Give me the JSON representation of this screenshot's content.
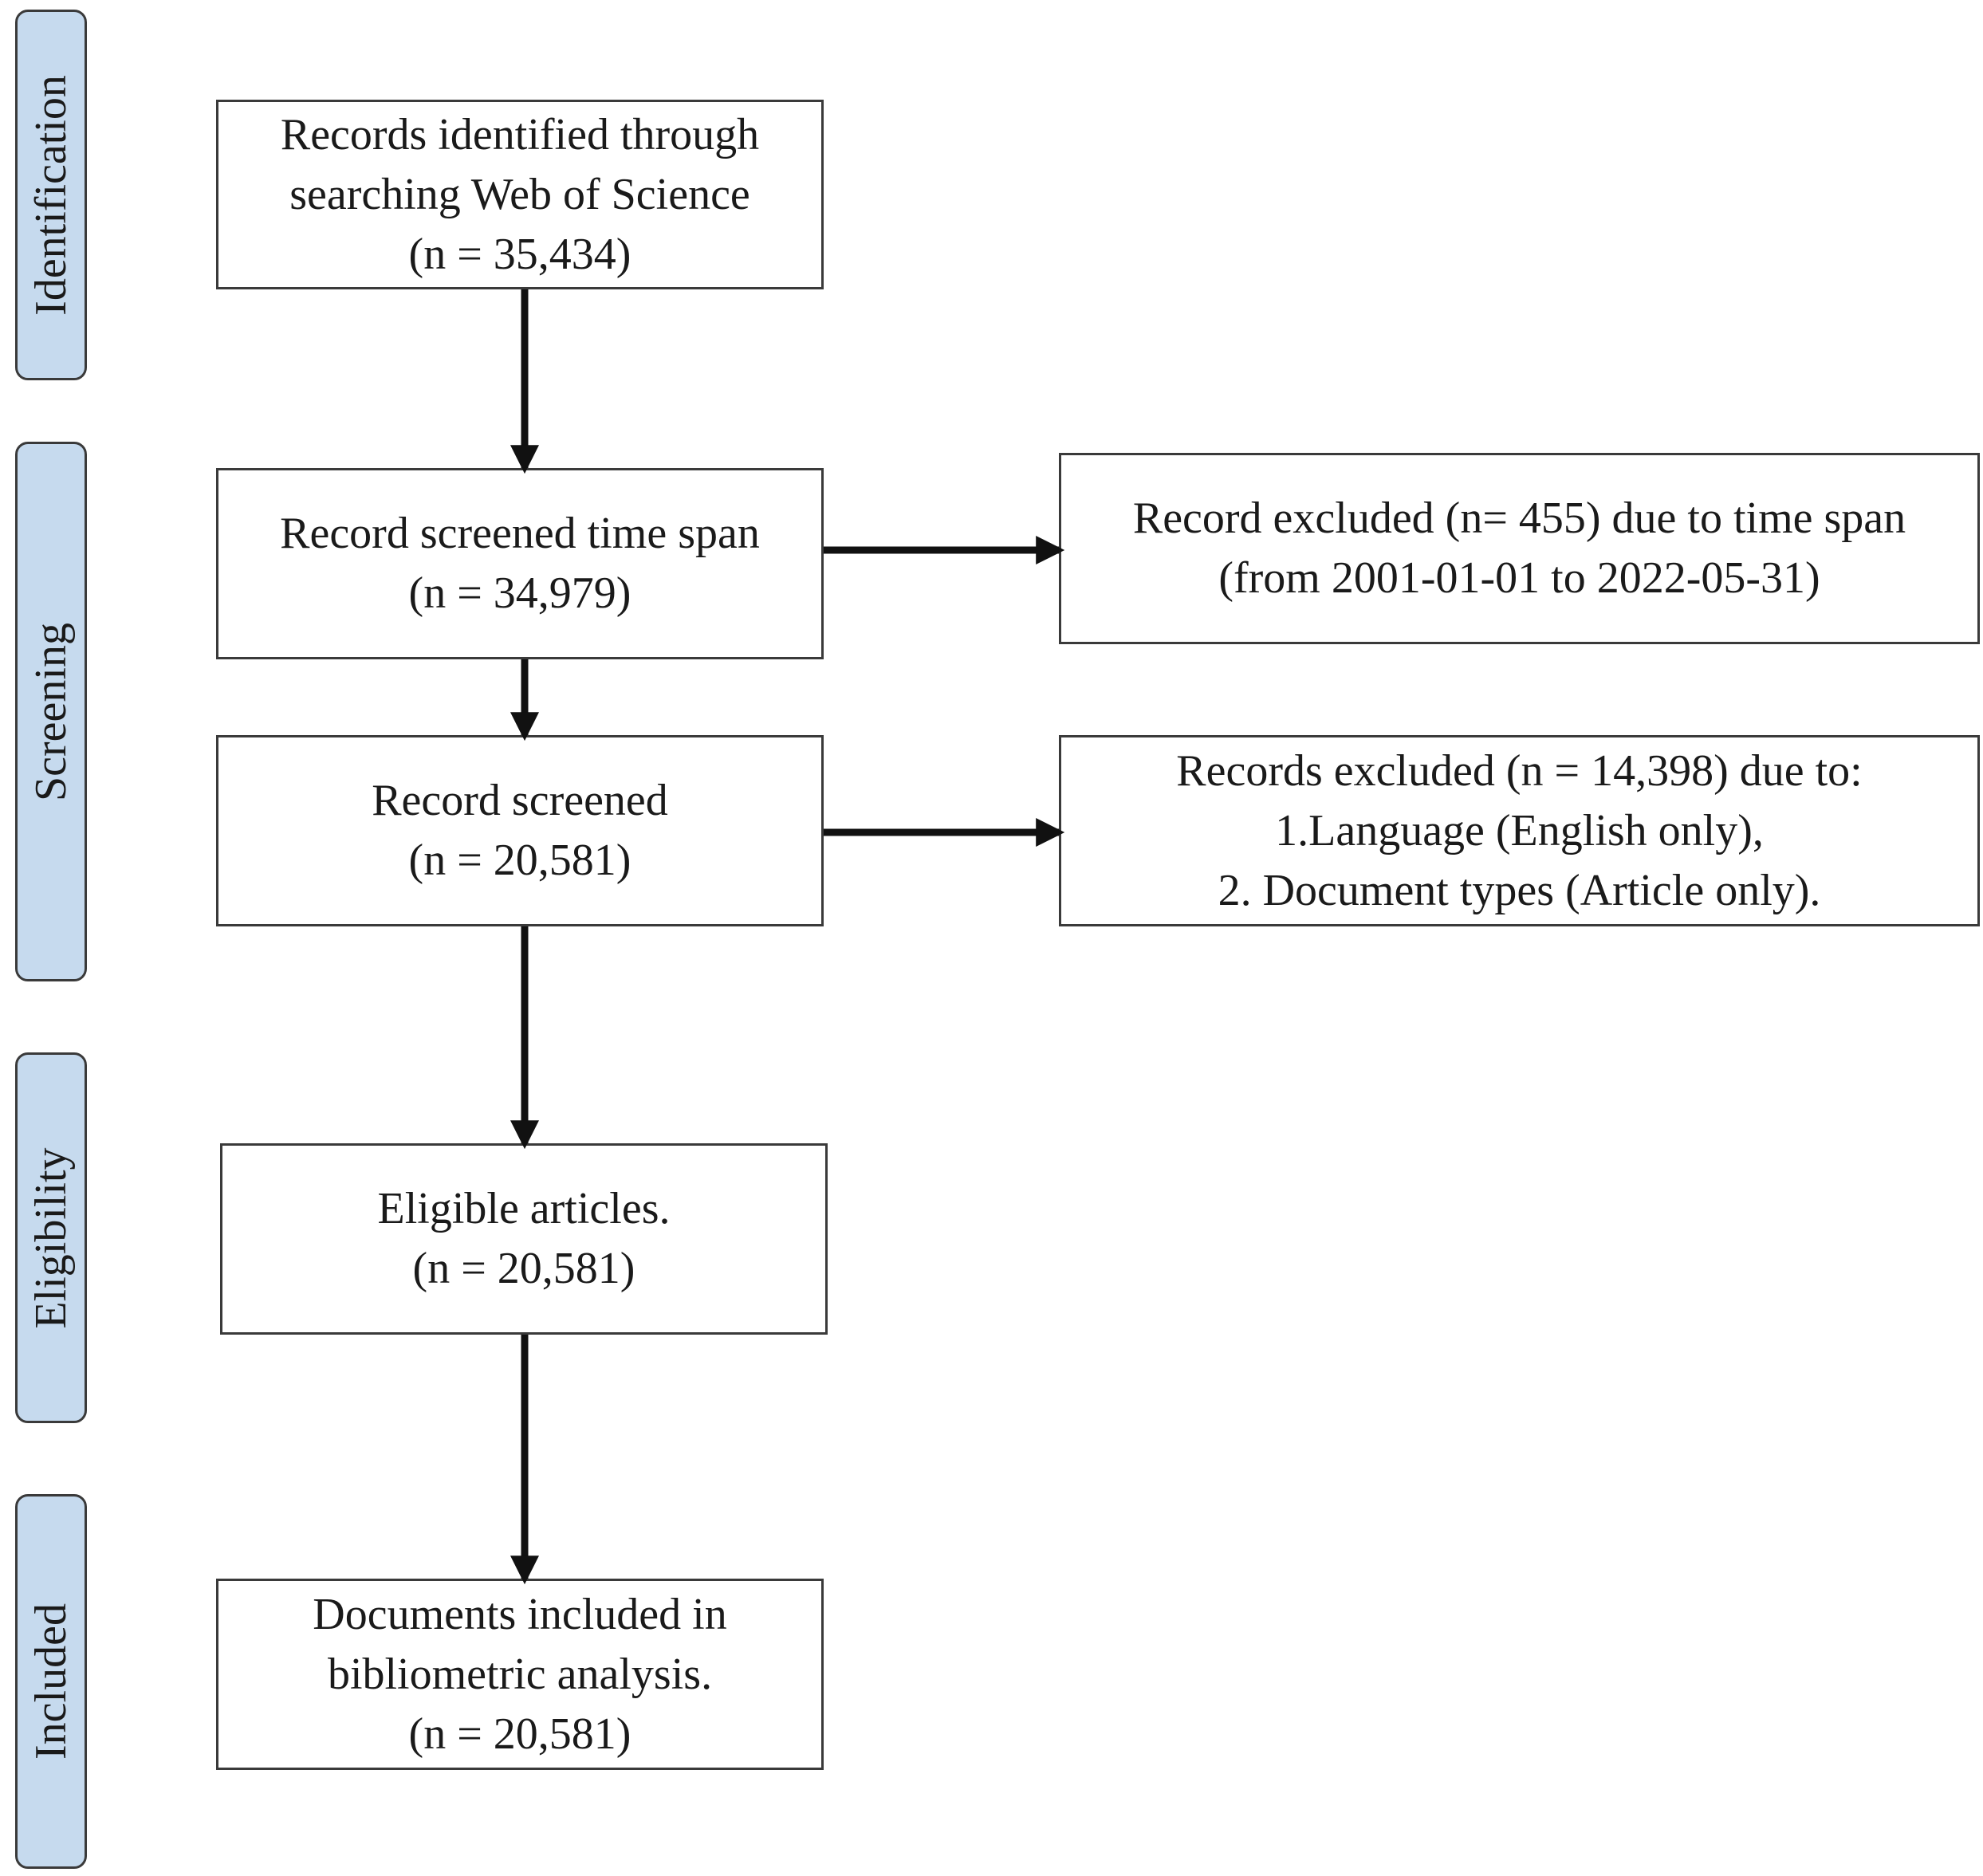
{
  "stages": {
    "identification": "Identification",
    "screening": "Screening",
    "eligibility": "Eligibility",
    "included": "Included"
  },
  "boxes": {
    "identified": {
      "line1": "Records identified through",
      "line2": "searching Web of Science",
      "line3": "(n = 35,434)"
    },
    "screened_time_span": {
      "line1": "Record screened time span",
      "line2": "(n = 34,979)"
    },
    "excluded_time_span": {
      "line1": "Record excluded (n= 455) due to time span",
      "line2": "(from 2001-01-01 to 2022-05-31)"
    },
    "screened": {
      "line1": "Record screened",
      "line2": "(n = 20,581)"
    },
    "excluded_language_type": {
      "line1": "Records excluded (n = 14,398) due to:",
      "line2": "1.Language (English only),",
      "line3": "2. Document types (Article only)."
    },
    "eligible": {
      "line1": "Eligible articles.",
      "line2": "(n = 20,581)"
    },
    "included": {
      "line1": "Documents included in",
      "line2": "bibliometric analysis.",
      "line3": "(n = 20,581)"
    }
  },
  "colors": {
    "stage_fill": "#c6daee",
    "border": "#3a3a3a",
    "arrow": "#111111"
  }
}
